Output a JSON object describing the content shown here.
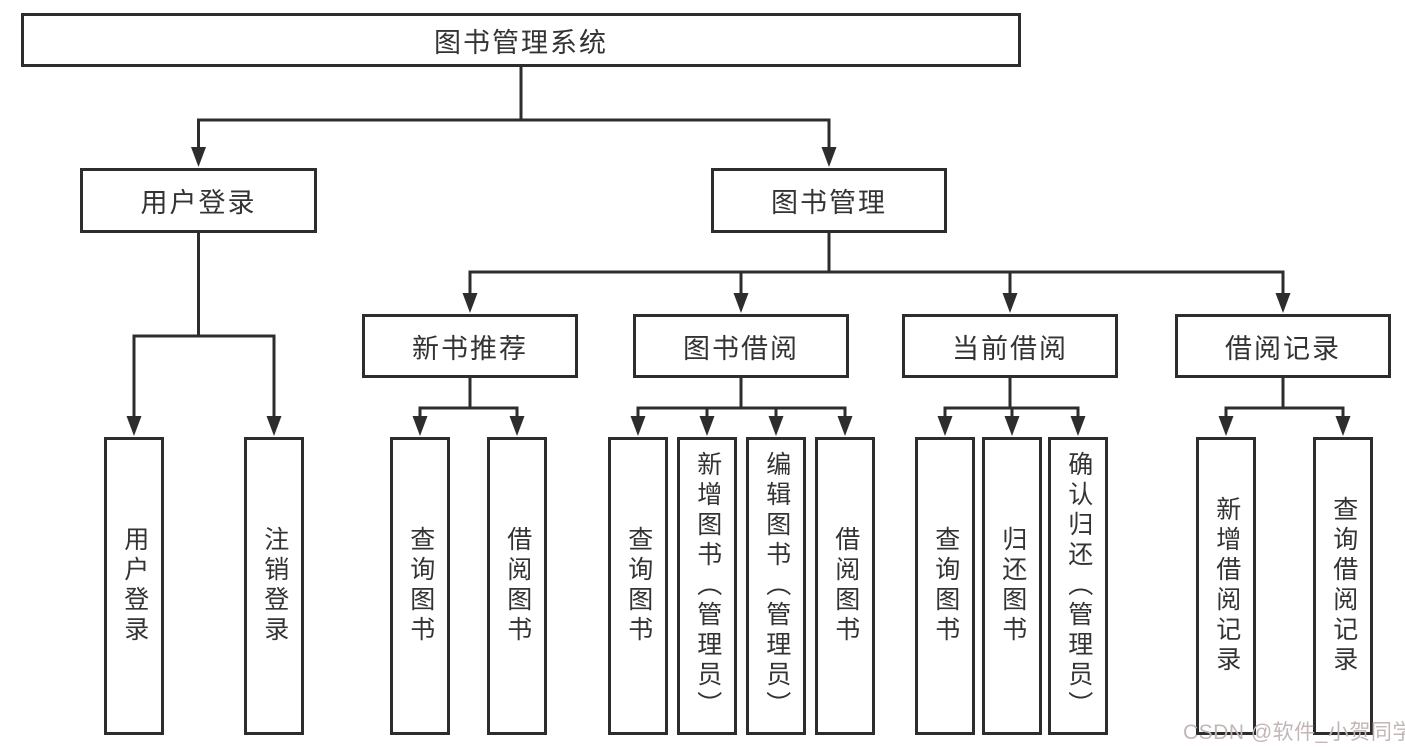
{
  "diagram": {
    "root": {
      "label": "图书管理系统"
    },
    "branches": [
      {
        "label": "用户登录",
        "children": [
          "用户登录",
          "注销登录"
        ]
      },
      {
        "label": "图书管理",
        "groups": [
          {
            "label": "新书推荐",
            "children": [
              "查询图书",
              "借阅图书"
            ]
          },
          {
            "label": "图书借阅",
            "children": [
              "查询图书",
              "新增图书（管理员）",
              "编辑图书（管理员）",
              "借阅图书"
            ]
          },
          {
            "label": "当前借阅",
            "children": [
              "查询图书",
              "归还图书",
              "确认归还（管理员）"
            ]
          },
          {
            "label": "借阅记录",
            "children": [
              "新增借阅记录",
              "查询借阅记录"
            ]
          }
        ]
      }
    ]
  },
  "watermark": {
    "text": "CSDN @软件_小贺同学"
  },
  "colors": {
    "line": "#2d2d2d",
    "text": "#333333",
    "background": "#ffffff",
    "watermark": "#c3b6b6"
  }
}
